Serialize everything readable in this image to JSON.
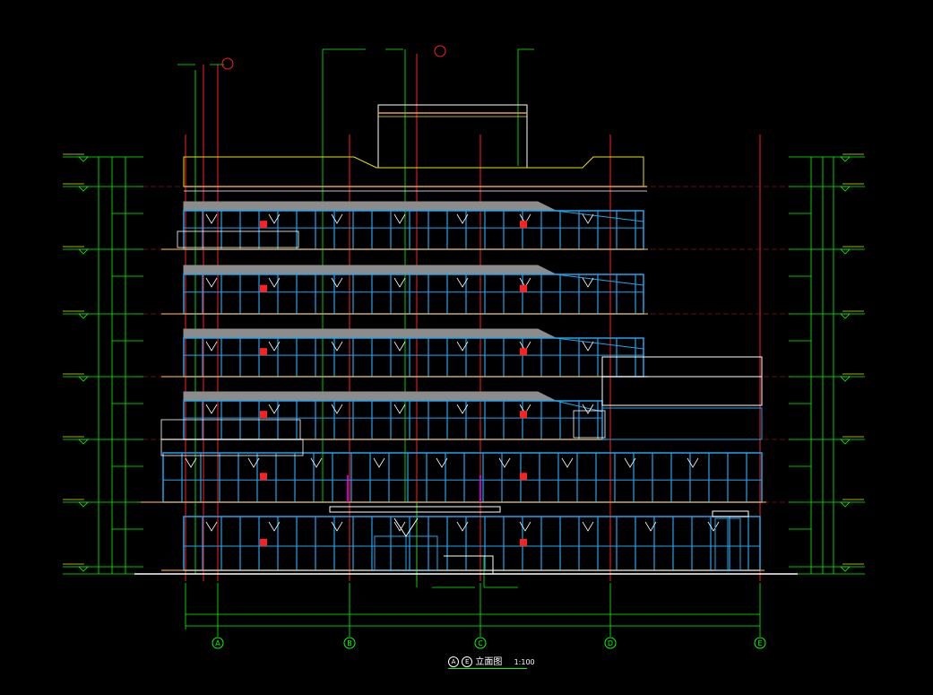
{
  "drawing": {
    "caption": {
      "from_axis": "A",
      "to_axis": "E",
      "text": "立面图",
      "scale": "1:100"
    },
    "axes": [
      "A",
      "B",
      "C",
      "D",
      "E"
    ],
    "colors": {
      "background": "#000000",
      "axis_line": "#ff2020",
      "dimension": "#00ff00",
      "window": "#1ea6f0",
      "outline": "#ffffff",
      "roof": "#8c8c8c",
      "eave": "#e8a030",
      "parapet": "#e6e600",
      "accent": "#ff00ff"
    }
  }
}
